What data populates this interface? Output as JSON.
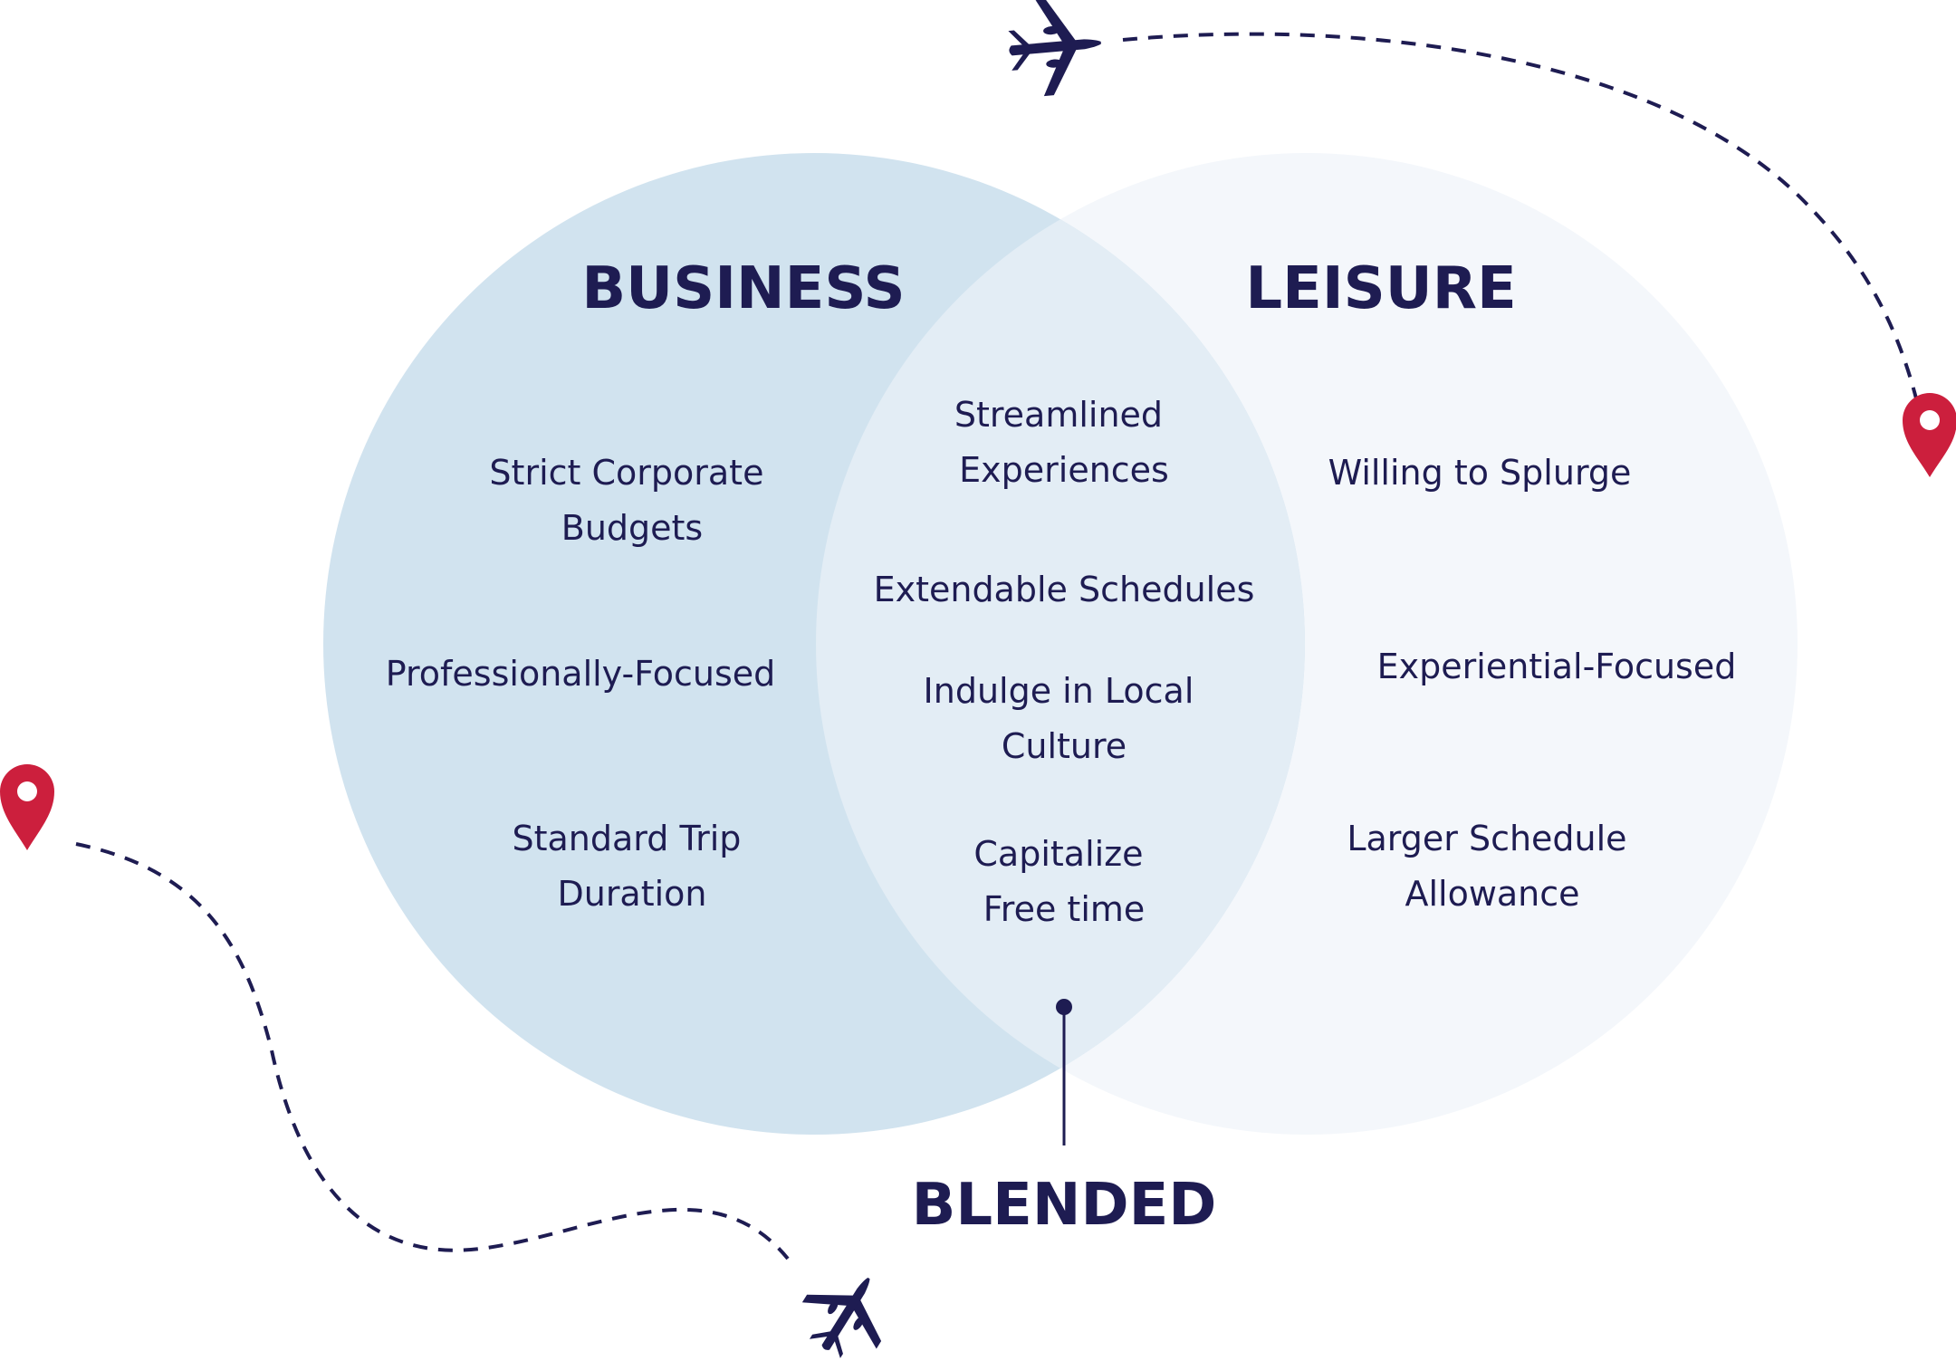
{
  "colors": {
    "navy": "#1e1c52",
    "business_fill": "#d1e3ef",
    "leisure_fill": "#f4f7fb",
    "overlap_fill": "#e3edf5",
    "pin_red": "#cc1f3d"
  },
  "icons": {
    "plane": "airplane-icon",
    "pin": "map-pin-icon"
  },
  "business": {
    "title": "BUSINESS",
    "items": [
      [
        "Strict Corporate",
        "Budgets"
      ],
      [
        "Professionally-Focused"
      ],
      [
        "Standard Trip",
        "Duration"
      ]
    ]
  },
  "leisure": {
    "title": "LEISURE",
    "items": [
      [
        "Willing to Splurge"
      ],
      [
        "Experiential-Focused"
      ],
      [
        "Larger Schedule",
        "Allowance"
      ]
    ]
  },
  "blended": {
    "title": "BLENDED",
    "items": [
      [
        "Streamlined",
        "Experiences"
      ],
      [
        "Extendable Schedules"
      ],
      [
        "Indulge in Local",
        "Culture"
      ],
      [
        "Capitalize",
        "Free time"
      ]
    ]
  }
}
